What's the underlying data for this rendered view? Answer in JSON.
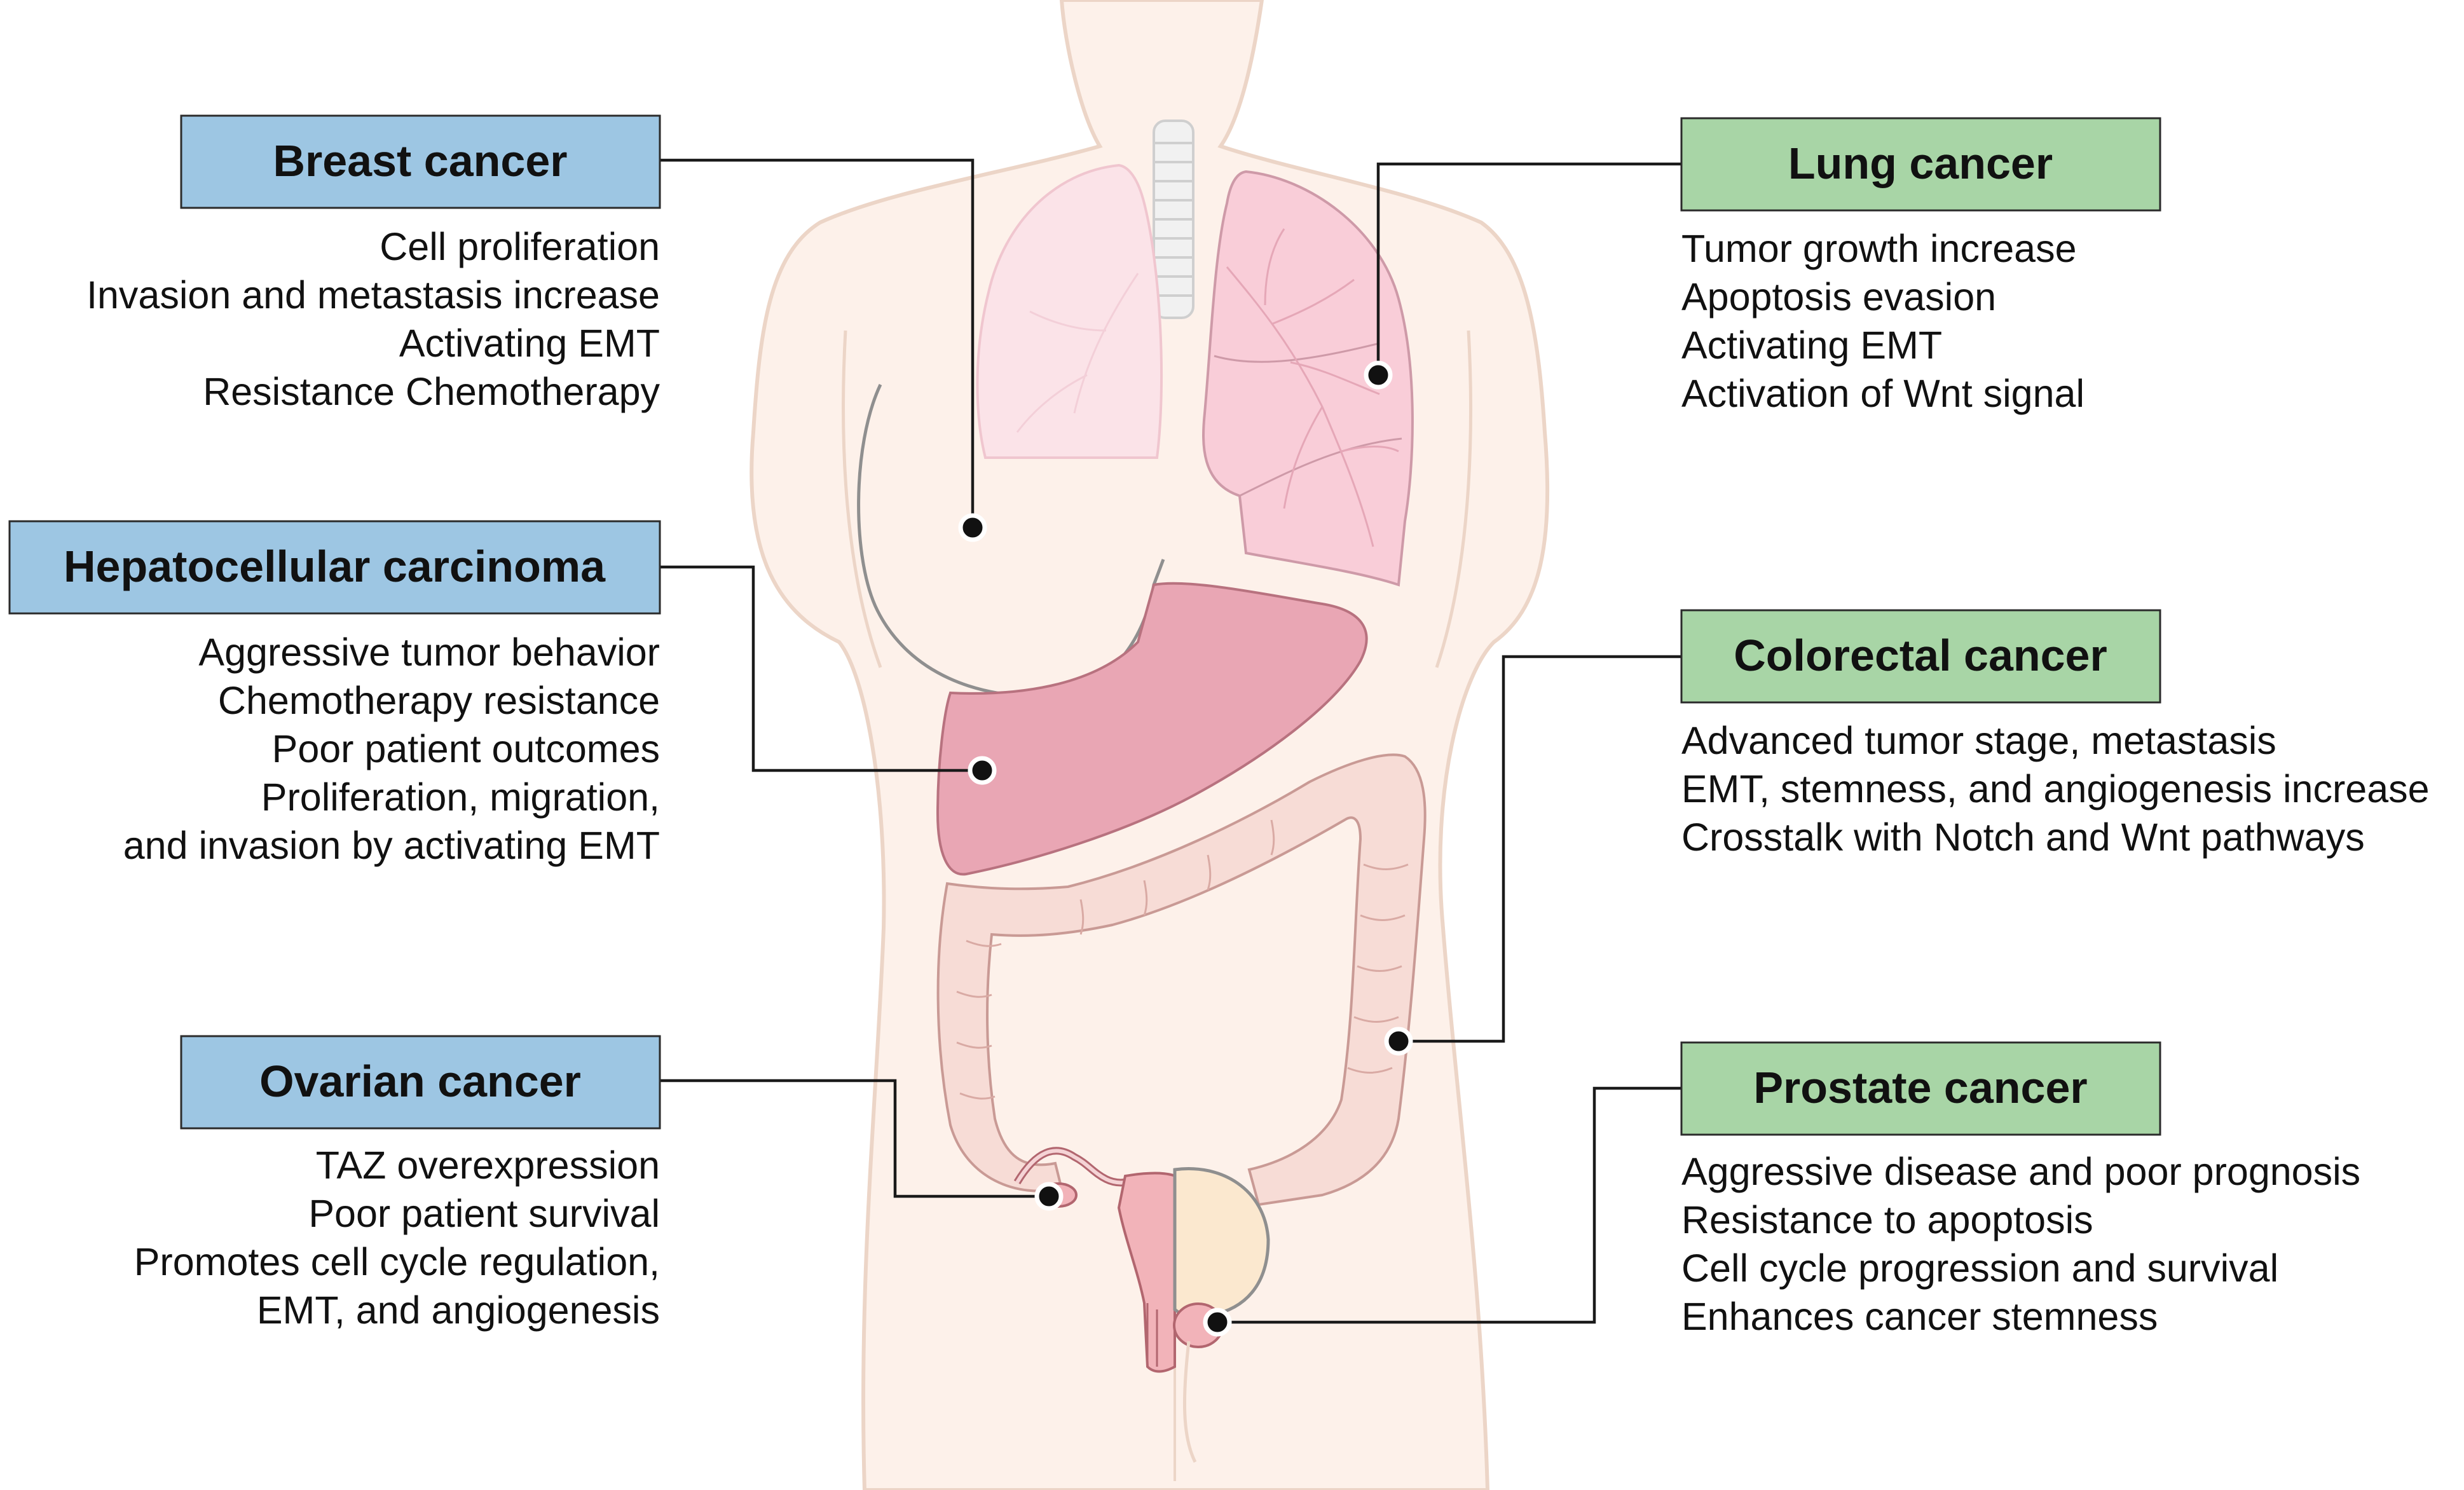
{
  "colors": {
    "left_box_fill": "#9dc6e3",
    "right_box_fill": "#a8d5a6",
    "body_fill": "#fdf1ea",
    "body_outline": "#ecd5c7",
    "lung_fill": "#f9cdd8",
    "liver_fill": "#e9a6b4",
    "colon_fill": "#f7dcd6",
    "uterus_fill": "#f2b3b9"
  },
  "icons": [
    "torso-illustration",
    "lung-icon",
    "liver-icon",
    "breast-outline-icon",
    "colon-icon",
    "reproductive-organs-icon"
  ],
  "cards": {
    "breast": {
      "title": "Breast cancer",
      "lines": [
        "Cell proliferation",
        "Invasion and metastasis increase",
        "Activating EMT",
        "Resistance Chemotherapy"
      ]
    },
    "hepatocellular": {
      "title": "Hepatocellular carcinoma",
      "lines": [
        "Aggressive tumor behavior",
        "Chemotherapy resistance",
        "Poor patient outcomes",
        "Proliferation, migration,",
        "and invasion by activating EMT"
      ]
    },
    "ovarian": {
      "title": "Ovarian cancer",
      "lines": [
        "TAZ overexpression",
        "Poor patient survival",
        "Promotes cell cycle regulation,",
        "EMT, and angiogenesis"
      ]
    },
    "lung": {
      "title": "Lung cancer",
      "lines": [
        "Tumor growth increase",
        "Apoptosis evasion",
        "Activating EMT",
        "Activation of Wnt signal"
      ]
    },
    "colorectal": {
      "title": "Colorectal cancer",
      "lines": [
        "Advanced tumor stage, metastasis",
        "EMT, stemness, and angiogenesis increase",
        "Crosstalk with Notch and Wnt pathways"
      ]
    },
    "prostate": {
      "title": "Prostate cancer",
      "lines": [
        "Aggressive disease and poor prognosis",
        "Resistance to apoptosis",
        "Cell cycle progression and survival",
        "Enhances cancer stemness"
      ]
    }
  }
}
